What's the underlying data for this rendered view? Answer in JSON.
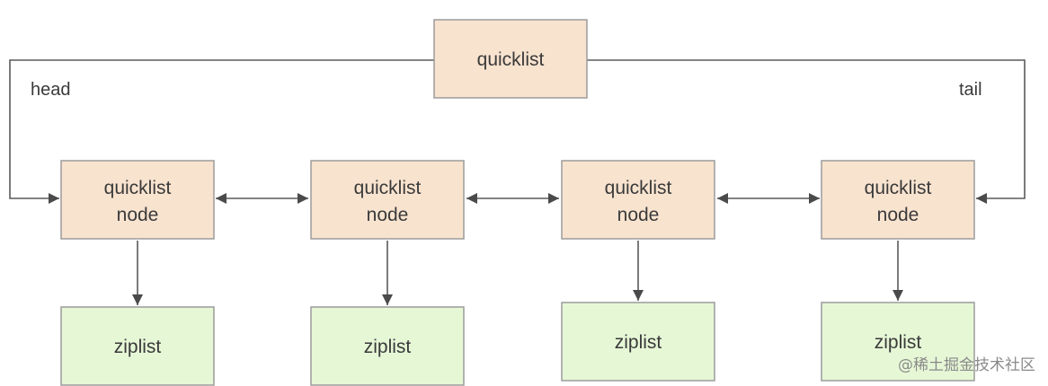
{
  "colors": {
    "node_fill": "#f8e3cf",
    "ziplist_fill": "#e6f7d6",
    "box_stroke": "#9c9c9c",
    "line": "#5a5a5a",
    "text": "#3a3a3a",
    "watermark": "#8a8a8a"
  },
  "root": {
    "label": "quicklist"
  },
  "edges": {
    "head_label": "head",
    "tail_label": "tail"
  },
  "nodes": [
    {
      "label_line1": "quicklist",
      "label_line2": "node",
      "ziplist_label": "ziplist"
    },
    {
      "label_line1": "quicklist",
      "label_line2": "node",
      "ziplist_label": "ziplist"
    },
    {
      "label_line1": "quicklist",
      "label_line2": "node",
      "ziplist_label": "ziplist"
    },
    {
      "label_line1": "quicklist",
      "label_line2": "node",
      "ziplist_label": "ziplist"
    }
  ],
  "watermark": "@稀土掘金技术社区"
}
